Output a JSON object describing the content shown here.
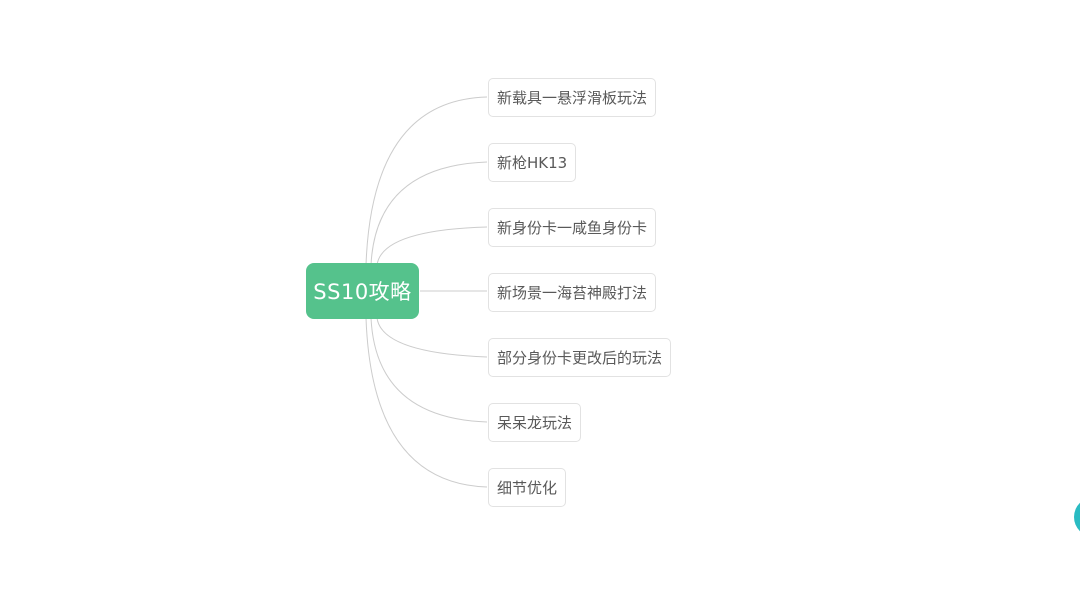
{
  "mindmap": {
    "root": {
      "label": "SS10攻略",
      "color": "#55c28c",
      "text_color": "#ffffff"
    },
    "children": [
      {
        "label": "新载具一悬浮滑板玩法"
      },
      {
        "label": "新枪HK13"
      },
      {
        "label": "新身份卡一咸鱼身份卡"
      },
      {
        "label": "新场景一海苔神殿打法"
      },
      {
        "label": "部分身份卡更改后的玩法"
      },
      {
        "label": "呆呆龙玩法"
      },
      {
        "label": "细节优化"
      }
    ],
    "style": {
      "background_color": "#ffffff",
      "connector_color": "#cccccc",
      "node_border_color": "#e2e2e2",
      "node_text_color": "#595959"
    }
  },
  "fab": {
    "color": "#2abbc2"
  }
}
